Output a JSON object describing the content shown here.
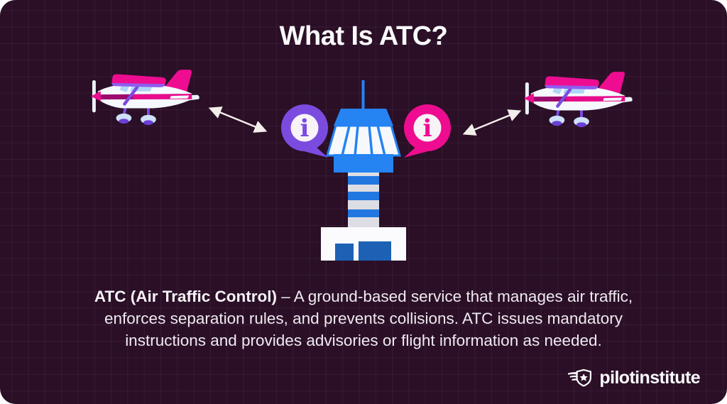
{
  "title": "What Is ATC?",
  "description": {
    "bold_lead": "ATC (Air Traffic Control)",
    "line1_rest": " – A ground-based service that manages air traffic,",
    "line2": "enforces separation rules, and prevents collisions. ATC issues mandatory",
    "line3": "instructions and provides advisories or flight information as needed."
  },
  "branding": {
    "logo_text": "pilotinstitute"
  },
  "scene": {
    "left_airplane": "cessna-airplane-illustration",
    "right_airplane": "cessna-airplane-illustration",
    "center": "control-tower-illustration",
    "left_bubble": "purple-info-speech-bubble",
    "right_bubble": "pink-info-speech-bubble",
    "arrows": "double-headed-communication-arrows"
  },
  "colors": {
    "background": "#2A0F26",
    "grid_rgba": "rgba(255,205,255,0.06)",
    "accent_pink": "#EE0D90",
    "stripe_dark_magenta": "#9C0A6E",
    "accent_purple": "#7B4BE0",
    "gear_purple": "#6B3FD6",
    "tower_blue": "#2583F2",
    "door_blue": "#1D61B5",
    "shaft_gray": "#DDDEE3",
    "light_blue": "#AFD6F7",
    "arrow_color": "#F2EEE9",
    "text_light": "#EFEAF1"
  }
}
